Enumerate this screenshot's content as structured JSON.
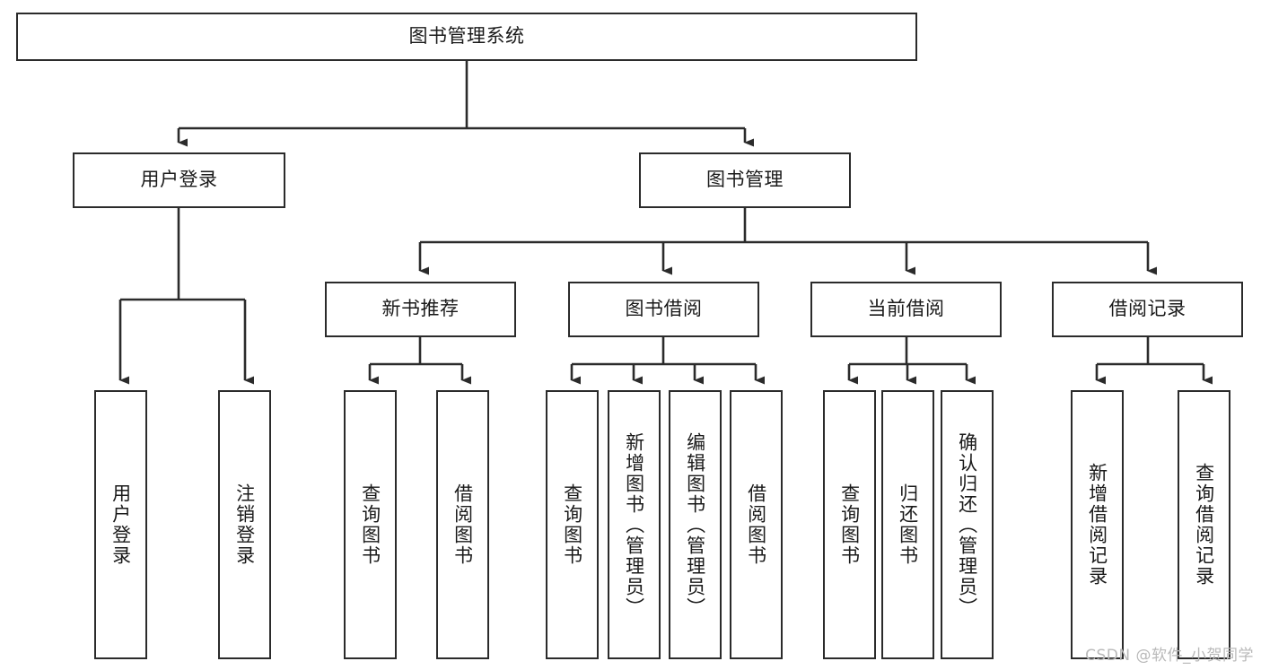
{
  "diagram": {
    "title": "图书管理系统",
    "type": "hierarchy-tree",
    "watermark": "CSDN @软件_小贺同学",
    "colors": {
      "stroke": "#2b2b2b",
      "fill": "#ffffff",
      "text": "#1a1a1a",
      "watermark": "#b9b9b9"
    },
    "nodes": {
      "root": {
        "label": "图书管理系统",
        "orientation": "horizontal"
      },
      "level2": [
        {
          "id": "user-login",
          "label": "用户登录",
          "orientation": "horizontal"
        },
        {
          "id": "book-manage",
          "label": "图书管理",
          "orientation": "horizontal"
        }
      ],
      "level3": [
        {
          "id": "new-book-recommend",
          "label": "新书推荐",
          "orientation": "horizontal"
        },
        {
          "id": "book-borrow",
          "label": "图书借阅",
          "orientation": "horizontal"
        },
        {
          "id": "current-borrow",
          "label": "当前借阅",
          "orientation": "horizontal"
        },
        {
          "id": "borrow-record",
          "label": "借阅记录",
          "orientation": "horizontal"
        }
      ],
      "leaves": [
        {
          "id": "leaf-user-login",
          "label": "用户登录",
          "orientation": "vertical",
          "parent": "user-login"
        },
        {
          "id": "leaf-logout-login",
          "label": "注销登录",
          "orientation": "vertical",
          "parent": "user-login"
        },
        {
          "id": "leaf-query-book-1",
          "label": "查询图书",
          "orientation": "vertical",
          "parent": "new-book-recommend"
        },
        {
          "id": "leaf-borrow-book-1",
          "label": "借阅图书",
          "orientation": "vertical",
          "parent": "new-book-recommend"
        },
        {
          "id": "leaf-query-book-2",
          "label": "查询图书",
          "orientation": "vertical",
          "parent": "book-borrow"
        },
        {
          "id": "leaf-add-book",
          "label": "新增图书（管理员）",
          "orientation": "vertical",
          "parent": "book-borrow"
        },
        {
          "id": "leaf-edit-book",
          "label": "编辑图书（管理员）",
          "orientation": "vertical",
          "parent": "book-borrow"
        },
        {
          "id": "leaf-borrow-book-2",
          "label": "借阅图书",
          "orientation": "vertical",
          "parent": "book-borrow"
        },
        {
          "id": "leaf-query-book-3",
          "label": "查询图书",
          "orientation": "vertical",
          "parent": "current-borrow"
        },
        {
          "id": "leaf-return-book",
          "label": "归还图书",
          "orientation": "vertical",
          "parent": "current-borrow"
        },
        {
          "id": "leaf-confirm-return",
          "label": "确认归还（管理员）",
          "orientation": "vertical",
          "parent": "current-borrow"
        },
        {
          "id": "leaf-add-record",
          "label": "新增借阅记录",
          "orientation": "vertical",
          "parent": "borrow-record"
        },
        {
          "id": "leaf-query-record",
          "label": "查询借阅记录",
          "orientation": "vertical",
          "parent": "borrow-record"
        }
      ]
    }
  }
}
